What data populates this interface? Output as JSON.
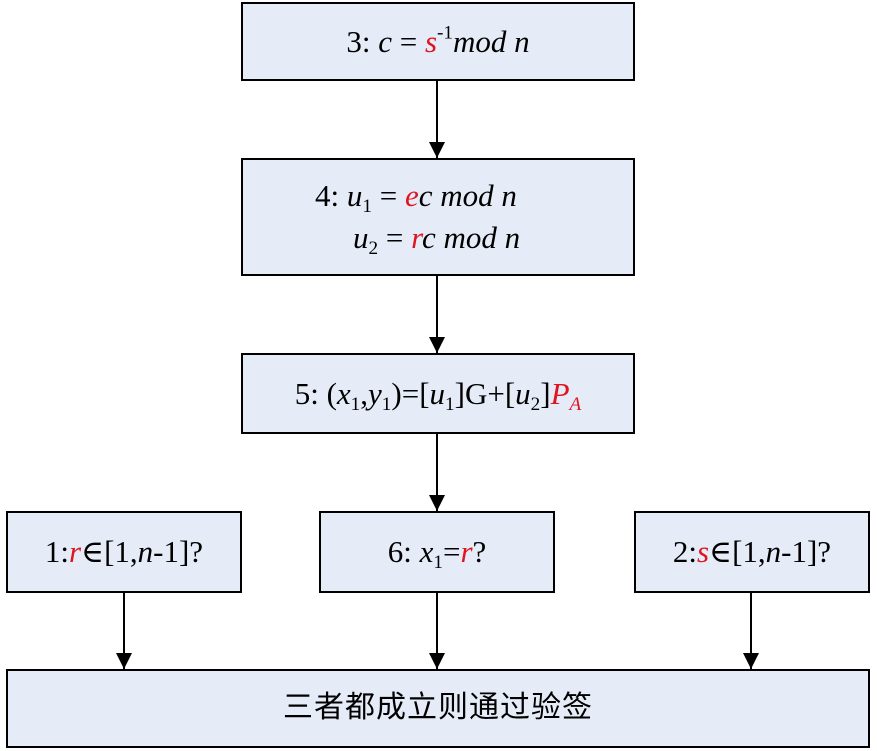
{
  "nodes": {
    "step3": {
      "num": "3: ",
      "var_c": "c",
      "eq": " = ",
      "var_s": "s",
      "sup": "-1",
      "mod": "mod n"
    },
    "step4": {
      "line1": {
        "num": "4: ",
        "u": "u",
        "sub": "1",
        "eq": " = ",
        "red": "e",
        "rest": "c mod n"
      },
      "line2": {
        "u": "u",
        "sub": "2",
        "eq": " = ",
        "red": "r",
        "rest": "c mod n"
      }
    },
    "step5": {
      "num": "5: (",
      "x": "x",
      "x_sub": "1",
      "comma": ",",
      "y": "y",
      "y_sub": "1",
      "mid1": ")=[",
      "u1": "u",
      "u1_sub": "1",
      "mid2": "]G+[",
      "u2": "u",
      "u2_sub": "2",
      "mid3": "]",
      "P": "P",
      "P_sub": "A"
    },
    "step1": {
      "num": "1:",
      "red": "r",
      "rest_pre": "∈[1,",
      "n": "n",
      "rest_post": "-1]?"
    },
    "step6": {
      "num": "6: ",
      "x": "x",
      "x_sub": "1",
      "eq": "=",
      "red": "r",
      "q": "?"
    },
    "step2": {
      "num": "2:",
      "red": "s",
      "rest_pre": "∈[1,",
      "n": "n",
      "rest_post": "-1]?"
    },
    "result": {
      "label": "三者都成立则通过验签"
    }
  },
  "colors": {
    "box_fill": "#e6ecf7",
    "highlight": "#e0141e",
    "border": "#000000"
  }
}
